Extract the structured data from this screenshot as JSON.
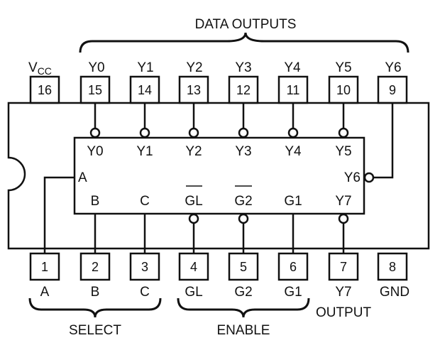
{
  "captions": {
    "data_outputs": "DATA OUTPUTS",
    "select": "SELECT",
    "enable": "ENABLE",
    "output": "OUTPUT"
  },
  "vcc": {
    "main": "V",
    "sub": "CC"
  },
  "top_pins": [
    {
      "number": "16",
      "label": ""
    },
    {
      "number": "15",
      "label": "Y0"
    },
    {
      "number": "14",
      "label": "Y1"
    },
    {
      "number": "13",
      "label": "Y2"
    },
    {
      "number": "12",
      "label": "Y3"
    },
    {
      "number": "11",
      "label": "Y4"
    },
    {
      "number": "10",
      "label": "Y5"
    },
    {
      "number": "9",
      "label": "Y6"
    }
  ],
  "bottom_pins": [
    {
      "number": "1",
      "label": "A"
    },
    {
      "number": "2",
      "label": "B"
    },
    {
      "number": "3",
      "label": "C"
    },
    {
      "number": "4",
      "label": "GL"
    },
    {
      "number": "5",
      "label": "G2"
    },
    {
      "number": "6",
      "label": "G1"
    },
    {
      "number": "7",
      "label": "Y7"
    },
    {
      "number": "8",
      "label": "GND"
    }
  ],
  "inner": {
    "outputs_top": [
      "Y0",
      "Y1",
      "Y2",
      "Y3",
      "Y4",
      "Y5"
    ],
    "a_label": "A",
    "y6_label": "Y6",
    "bottom": [
      "B",
      "C",
      "GL",
      "G2",
      "G1",
      "Y7"
    ]
  }
}
